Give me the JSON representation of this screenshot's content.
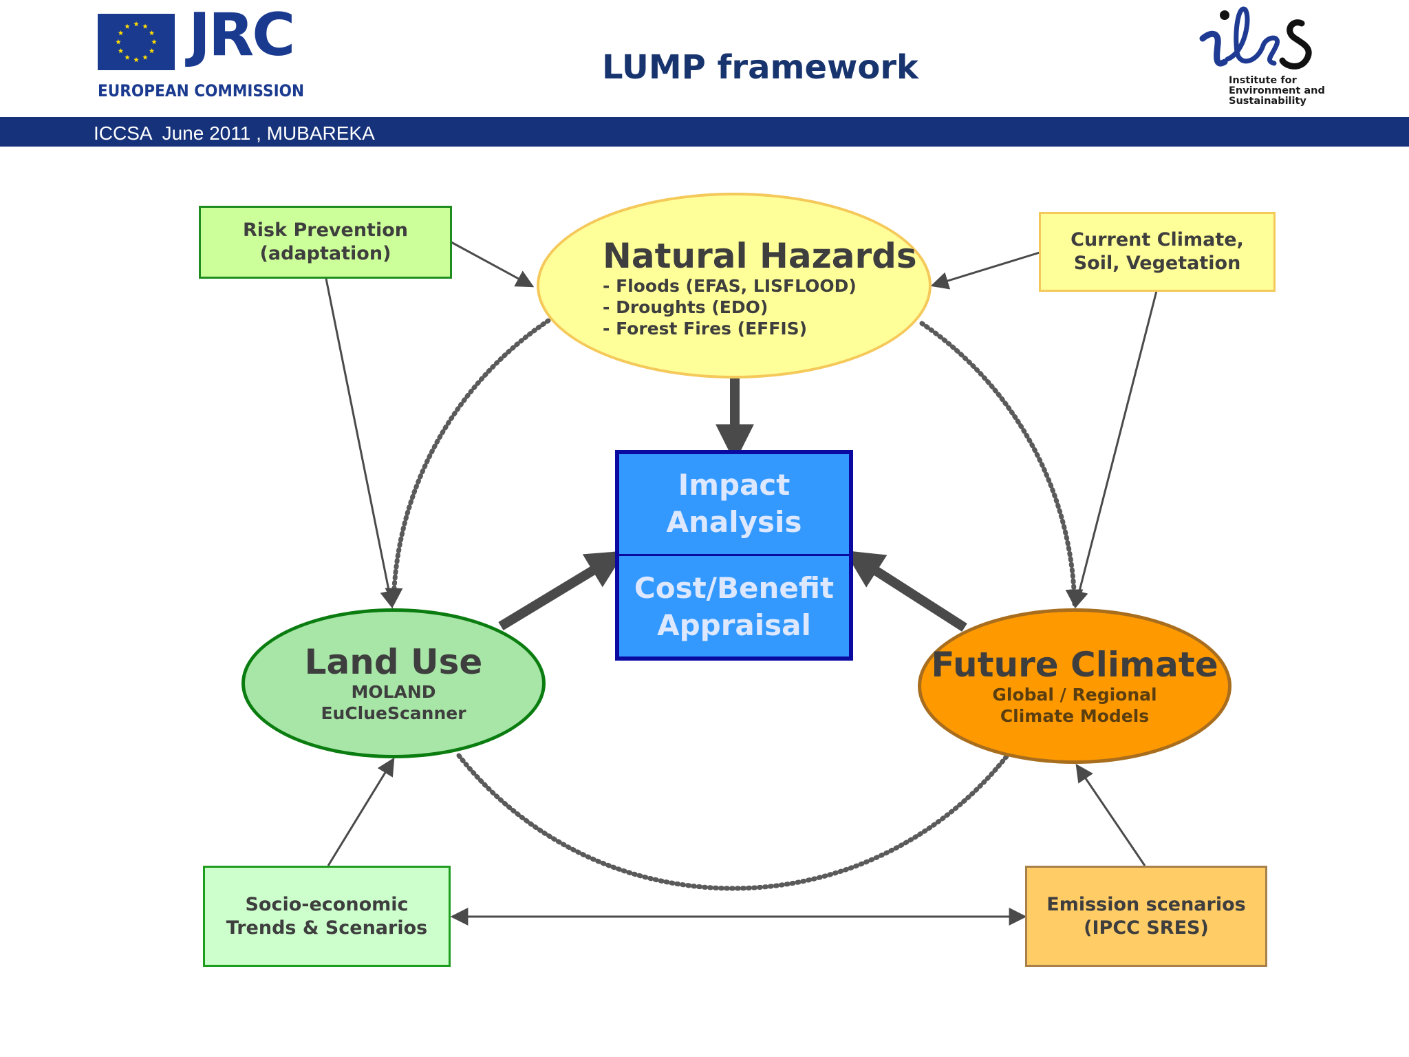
{
  "header": {
    "org_short": "JRC",
    "org_long": "EUROPEAN COMMISSION",
    "title": "LUMP framework",
    "ies_logo_text": "ies",
    "ies_sub": [
      "Institute for",
      "Environment and",
      "Sustainability"
    ],
    "banner": "ICCSA  June 2011 , MUBAREKA"
  },
  "colors": {
    "banner": "#16327a",
    "natural_hazards_fill": "#ffff99",
    "land_use_fill": "#a8e6a8",
    "future_climate_fill": "#ff9900",
    "impact_fill": "#3399ff",
    "risk_box_fill": "#ccff99",
    "climate_box_fill": "#ffff99",
    "socio_box_fill": "#ccffcc",
    "emission_box_fill": "#ffcc66",
    "arrow": "#4a4a4a"
  },
  "diagram": {
    "natural_hazards": {
      "title": "Natural Hazards",
      "items": [
        "- Floods (EFAS, LISFLOOD)",
        "- Droughts (EDO)",
        "- Forest Fires (EFFIS)"
      ]
    },
    "land_use": {
      "title": "Land Use",
      "items": [
        "MOLAND",
        "EuClueScanner"
      ]
    },
    "future_climate": {
      "title": "Future Climate",
      "items": [
        "Global / Regional",
        "Climate Models"
      ]
    },
    "impact": {
      "top": [
        "Impact",
        "Analysis"
      ],
      "bottom": [
        "Cost/Benefit",
        "Appraisal"
      ]
    },
    "risk_prevention": [
      "Risk Prevention",
      "(adaptation)"
    ],
    "current_climate": [
      "Current Climate,",
      "Soil, Vegetation"
    ],
    "socio_economic": [
      "Socio-economic",
      "Trends & Scenarios"
    ],
    "emission_scenarios": [
      "Emission scenarios",
      "(IPCC SRES)"
    ]
  }
}
